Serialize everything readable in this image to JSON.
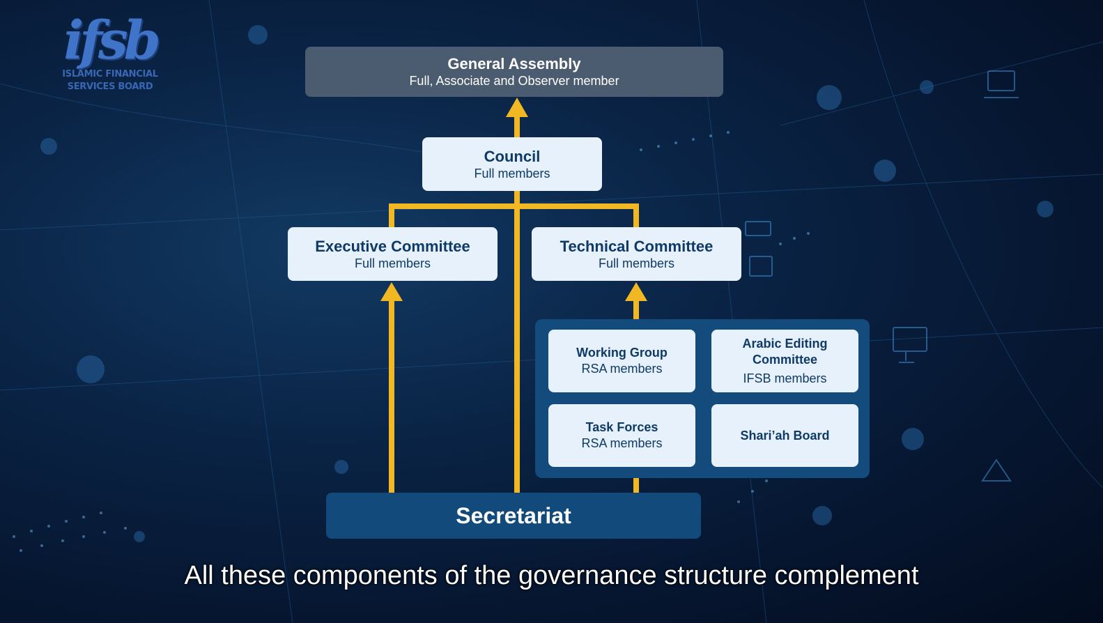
{
  "logo": {
    "mark": "ifsb",
    "line1": "ISLAMIC FINANCIAL",
    "line2": "SERVICES BOARD"
  },
  "general_assembly": {
    "title": "General Assembly",
    "subtitle": "Full, Associate and Observer member"
  },
  "council": {
    "title": "Council",
    "subtitle": "Full members"
  },
  "executive_committee": {
    "title": "Executive Committee",
    "subtitle": "Full members"
  },
  "technical_committee": {
    "title": "Technical Committee",
    "subtitle": "Full members"
  },
  "working_group": {
    "title": "Working Group",
    "subtitle": "RSA members"
  },
  "arabic_editing_committee": {
    "title": "Arabic Editing Committee",
    "subtitle": "IFSB members"
  },
  "task_forces": {
    "title": "Task Forces",
    "subtitle": "RSA members"
  },
  "shariah_board": {
    "title": "Shari’ah Board"
  },
  "secretariat": {
    "title": "Secretariat"
  },
  "caption": "All these components of the governance structure complement",
  "colors": {
    "connector": "#f2b823",
    "box_light": "#e6f1fb",
    "box_dark": "#4b5b70",
    "box_blue": "#124a7c",
    "text_dark": "#0f3a66"
  }
}
